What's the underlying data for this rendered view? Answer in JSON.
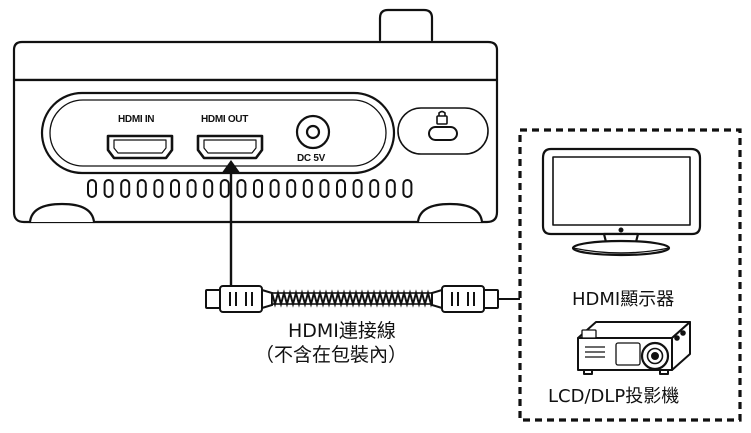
{
  "device": {
    "ports": {
      "hdmi_in": "HDMI IN",
      "hdmi_out": "HDMI OUT",
      "dc": "DC 5V"
    }
  },
  "cable": {
    "label": "HDMI連接線",
    "note": "（不含在包裝內）"
  },
  "outputs": {
    "monitor": "HDMI顯示器",
    "projector": "LCD/DLP投影機"
  }
}
